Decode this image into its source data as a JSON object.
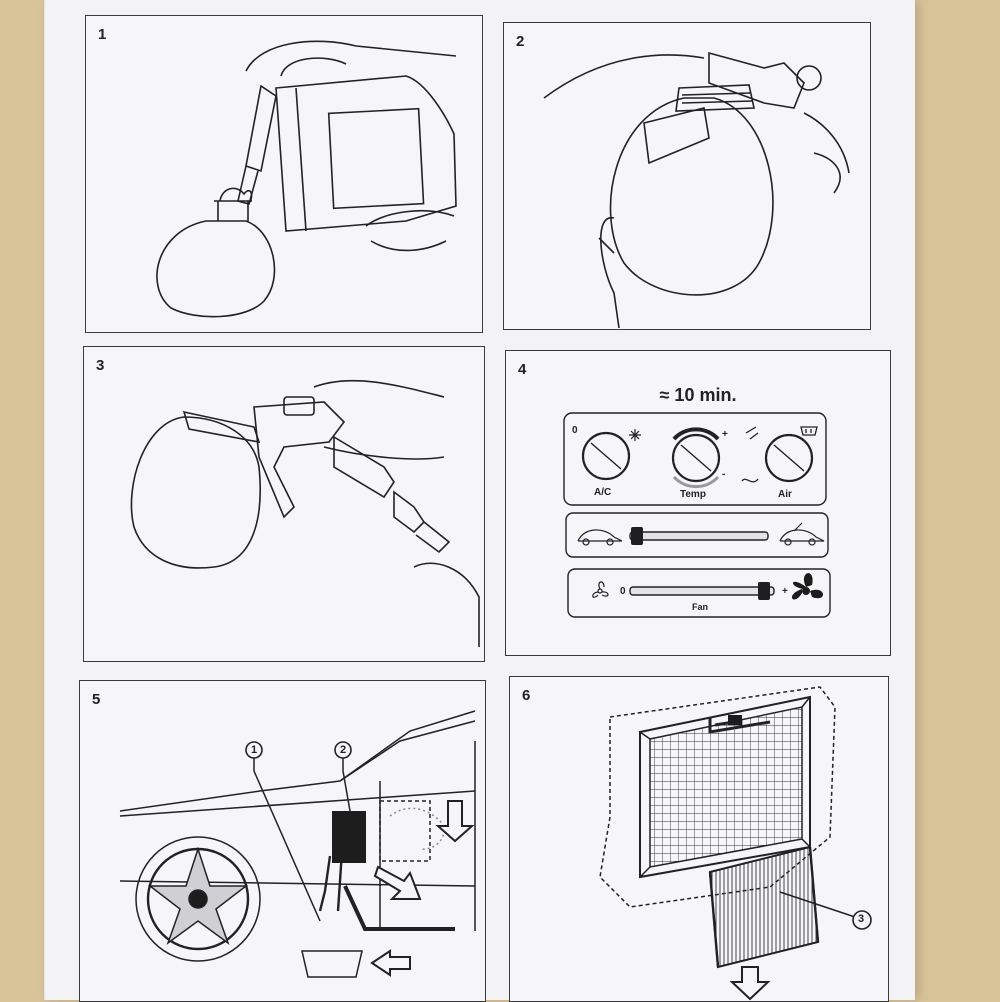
{
  "steps": [
    {
      "number": "1"
    },
    {
      "number": "2"
    },
    {
      "number": "3"
    },
    {
      "number": "4"
    },
    {
      "number": "5"
    },
    {
      "number": "6"
    }
  ],
  "step4": {
    "duration": "≈ 10 min.",
    "knobs": {
      "ac_label": "A/C",
      "ac_zero": "0",
      "temp_label": "Temp",
      "temp_plus": "+",
      "temp_minus": "-",
      "air_label": "Air"
    },
    "fan": {
      "label": "Fan",
      "zero": "0",
      "plus": "+",
      "level_fraction": 0.93
    },
    "recirc": {
      "level_fraction": 0.05
    }
  },
  "step5": {
    "callout_1": "1",
    "callout_2": "2"
  },
  "step6": {
    "callout_3": "3"
  },
  "icons": [
    "snowflake-icon",
    "defrost-icon",
    "vent-icon",
    "recirculation-icon",
    "fresh-air-icon",
    "fan-low-icon",
    "fan-high-icon"
  ]
}
